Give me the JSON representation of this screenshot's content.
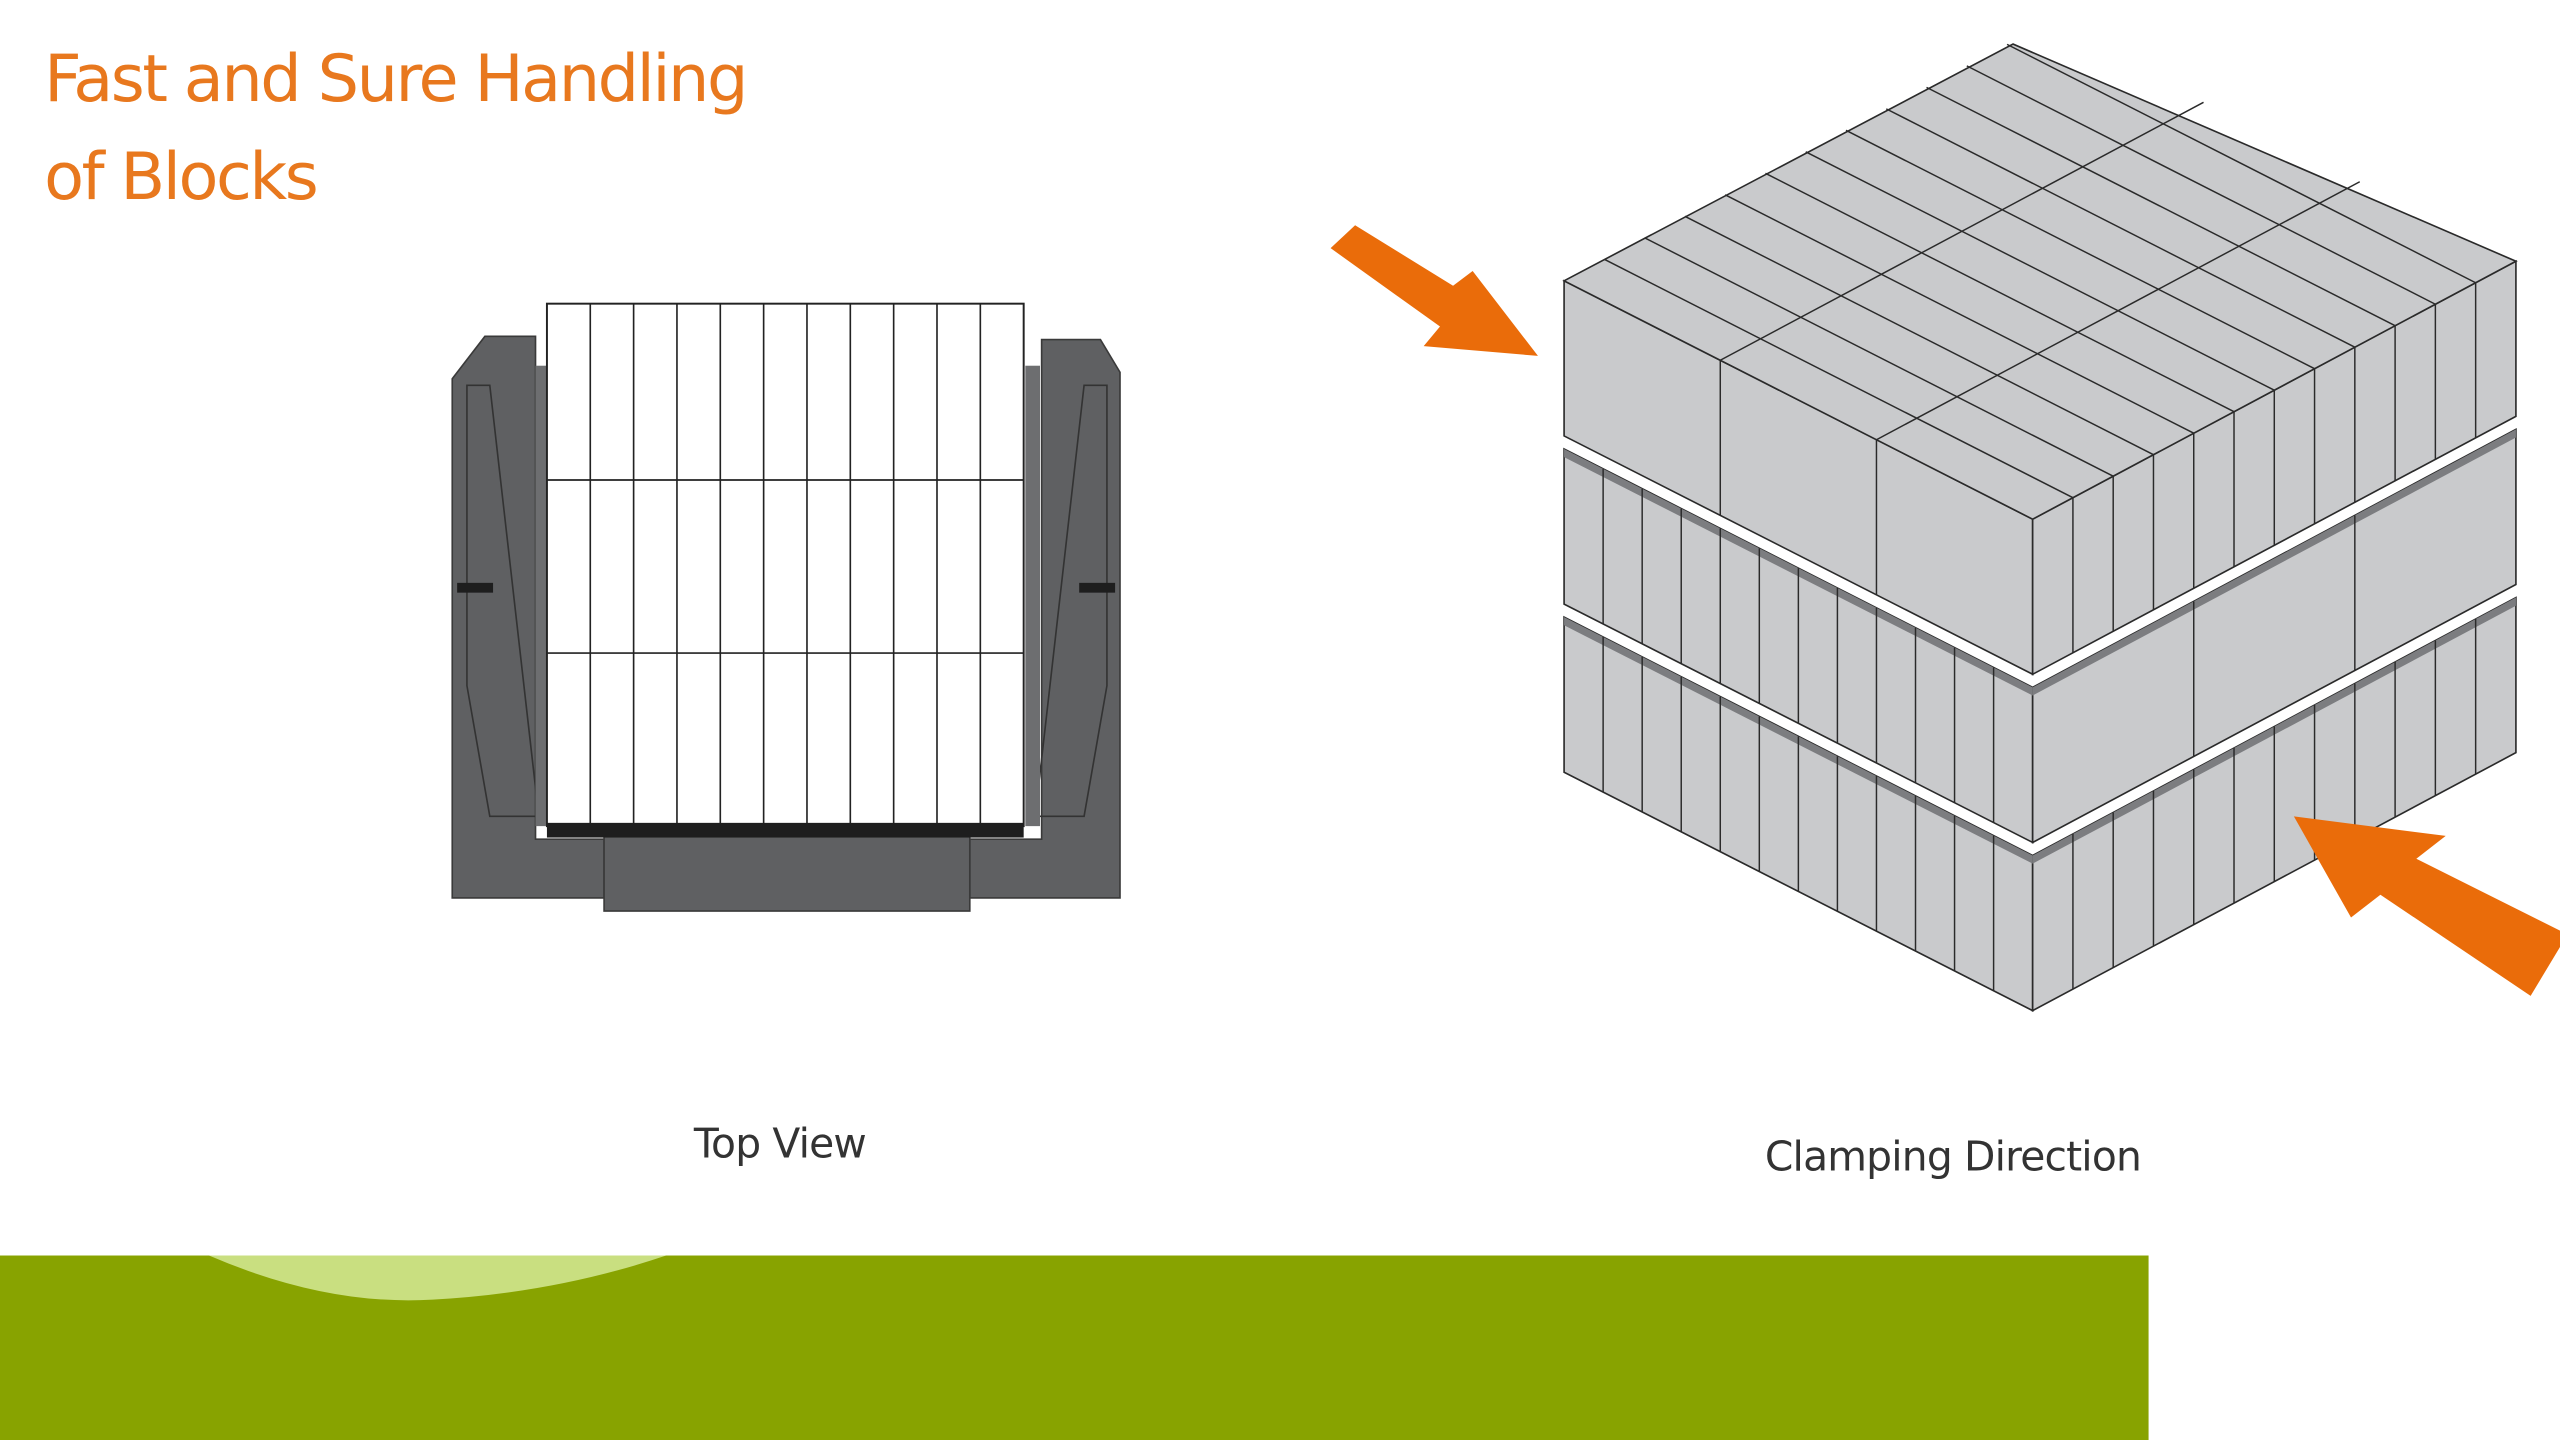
{
  "title": {
    "line1": "Fast and Sure Handling",
    "line2": "of Blocks"
  },
  "captions": {
    "top_view": "Top View",
    "clamping_direction": "Clamping Direction"
  },
  "colors": {
    "title": "#e8781e",
    "arrow": "#ea6c0a",
    "footer_band": "#88a300",
    "footer_accent": "#c9df80",
    "clamp_dark": "#5f6062",
    "block_face": "#c9cacc",
    "block_gap": "#7c7d80"
  }
}
